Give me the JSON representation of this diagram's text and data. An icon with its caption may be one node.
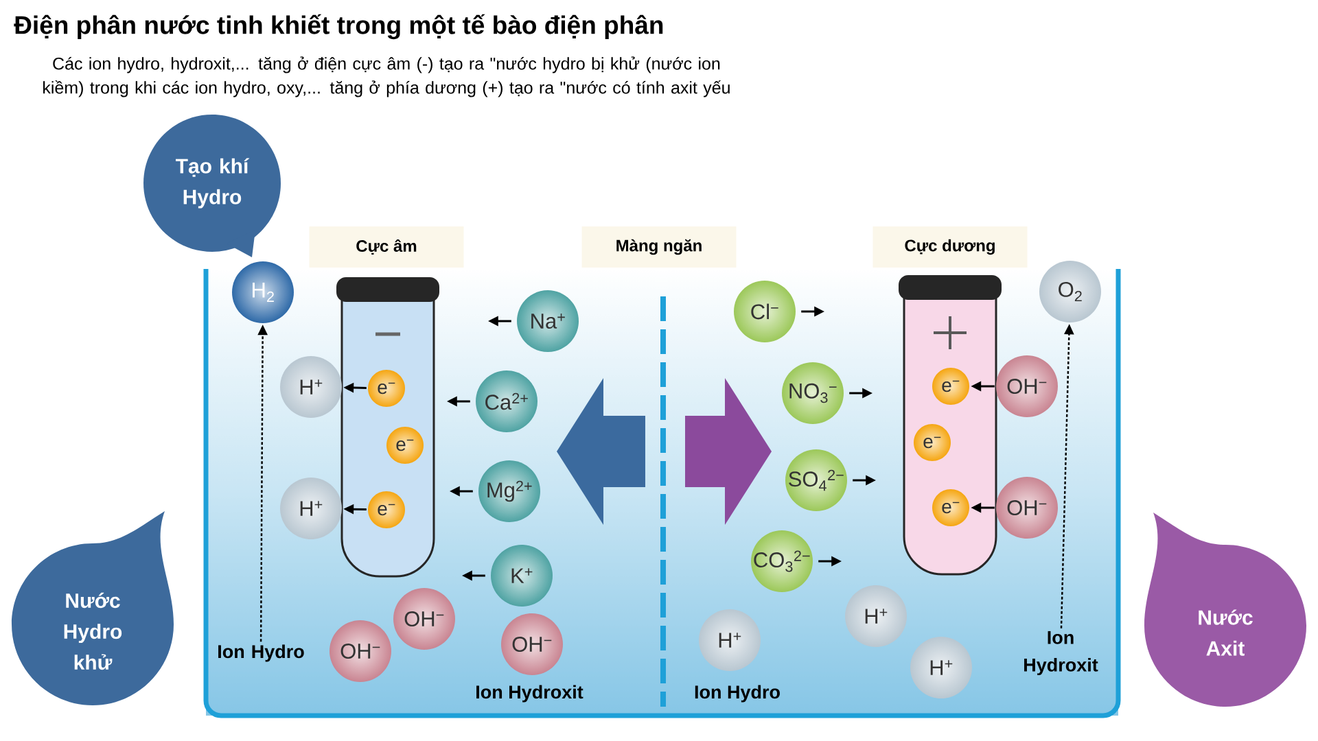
{
  "diagram": {
    "title": "Điện phân nước tinh khiết trong một tế bào điện phân",
    "nodes": [
      {
        "text": [
          "Tạo khí Hydro"
        ]
      },
      {
        "text": [
          "Nước Hydro khử"
        ]
      },
      {
        "text": [
          "Nước Axit"
        ]
      },
      {
        "text": [
          "Cực âm"
        ]
      },
      {
        "text": [
          "Màng ngăn"
        ]
      },
      {
        "text": [
          "Cực dương"
        ]
      },
      {
        "text": [],
        "shape": "cylinder"
      },
      {
        "text": [
          "H$_{2}$"
        ]
      },
      {
        "text": [
          "H$^{+}$"
        ]
      },
      {
        "text": [
          "e$^{−}$"
        ],
        "in": 6
      },
      {
        "text": [
          "e$^{−}$"
        ],
        "in": 6
      },
      {
        "text": [
          "H$^{+}$"
        ]
      },
      {
        "text": [
          "e$^{−}$"
        ],
        "in": 6
      },
      {
        "text": [
          "Na$^{+}$"
        ]
      },
      {
        "text": [
          "Ca$^{2+}$"
        ]
      },
      {
        "text": [
          "Mg$^{2+}$"
        ]
      },
      {
        "text": [
          "K$^{+}$"
        ]
      },
      {
        "text": [
          "OH$^{−}$"
        ]
      },
      {
        "text": [
          "OH$^{−}$"
        ]
      },
      {
        "text": [
          "OH$^{−}$"
        ]
      },
      {
        "text": [
          "Ion Hydro"
        ]
      },
      {
        "text": [
          "Cl$^{−}$"
        ]
      },
      {
        "text": [
          "NO$_{3}$$^{−}$"
        ]
      },
      {
        "text": [
          "SO$_{4}$$^{2−}$"
        ]
      },
      {
        "text": [
          "CO$_{3}$$^{2−}$"
        ]
      },
      {
        "text": [],
        "shape": "cylinder"
      },
      {
        "text": [
          "e$^{−}$"
        ],
        "in": 25
      },
      {
        "text": [
          "e$^{−}$"
        ],
        "in": 25
      },
      {
        "text": [
          "e$^{−}$"
        ],
        "in": 25
      },
      {
        "text": [
          "OH$^{−}$"
        ]
      },
      {
        "text": [
          "OH$^{−}$"
        ]
      },
      {
        "text": [
          "O$_{2}$"
        ]
      },
      {
        "text": [
          "H$^{+}$"
        ]
      },
      {
        "text": [
          "H$^{+}$"
        ]
      },
      {
        "text": [
          "H$^{+}$"
        ]
      },
      {
        "text": [
          "Ion Hydroxit"
        ]
      }
    ],
    "edges": [
      {
        "from": 9,
        "to": 8,
        "arrow": "to"
      },
      {
        "from": 12,
        "to": 11,
        "arrow": "to"
      },
      {
        "from": 13,
        "to": null,
        "arrow": "to"
      },
      {
        "from": 14,
        "to": null,
        "arrow": "to"
      },
      {
        "from": 15,
        "to": null,
        "arrow": "to"
      },
      {
        "from": 16,
        "to": null,
        "arrow": "to"
      },
      {
        "from": 20,
        "to": 7,
        "arrow": "to",
        "style": "dashed"
      },
      {
        "from": 21,
        "to": null,
        "arrow": "to"
      },
      {
        "from": 22,
        "to": null,
        "arrow": "to"
      },
      {
        "from": 23,
        "to": null,
        "arrow": "to"
      },
      {
        "from": 24,
        "to": null,
        "arrow": "to"
      },
      {
        "from": 29,
        "to": 26,
        "arrow": "to"
      },
      {
        "from": 30,
        "to": 28,
        "arrow": "to"
      },
      {
        "from": 35,
        "to": 31,
        "arrow": "to",
        "style": "dashed"
      }
    ],
    "labels": [
      "Các ion hydro, hydroxit,... tăng ở điện cực âm (-) tạo ra \"nước hydro bị khử (nước ion kiềm) trong khi các ion hydro, oxy,... tăng ở phía dương (+) tạo ra \"nước có tính axit yếu",
      "Ion Hydroxit",
      "Ion Hydro"
    ]
  }
}
